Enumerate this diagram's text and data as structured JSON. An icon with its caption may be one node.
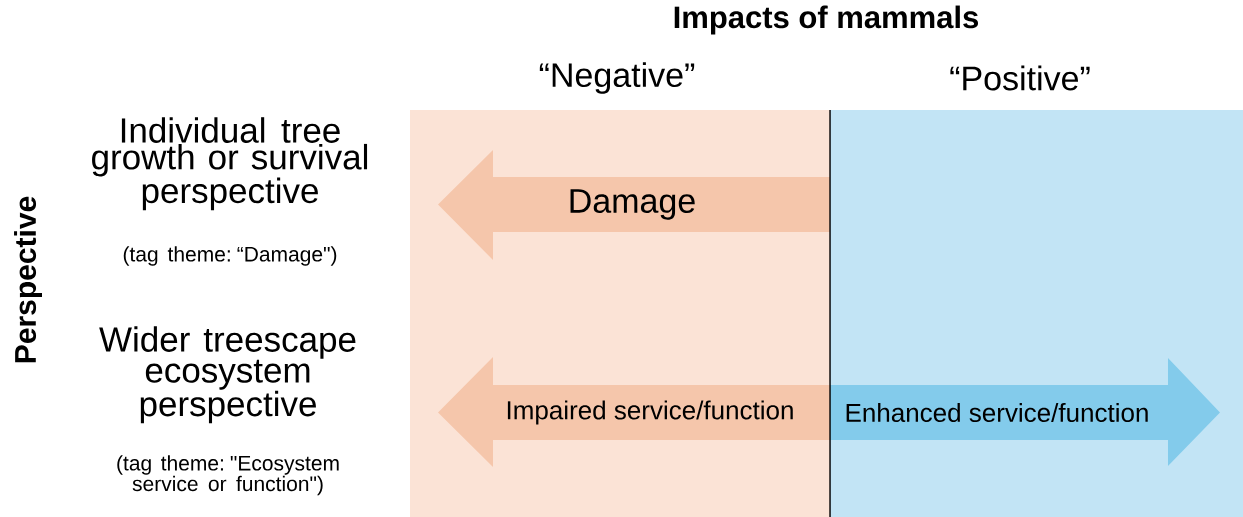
{
  "diagram": {
    "title": "Impacts of mammals",
    "nodes": [
      {
        "text": [
          "“Negative”"
        ]
      },
      {
        "text": [
          "“Positive”"
        ]
      },
      {
        "text": [
          "Damage"
        ],
        "in": 0
      },
      {
        "text": [
          "Impaired service/function"
        ],
        "in": 0
      },
      {
        "text": [
          "Enhanced service/function"
        ],
        "in": 1
      }
    ],
    "labels": [
      "Perspective",
      "Individual tree growth or survival perspective",
      "(tag theme: “Damage\")",
      "Wider treescape ecosystem perspective",
      "(tag theme: \"Ecosystem service or function\")"
    ]
  }
}
